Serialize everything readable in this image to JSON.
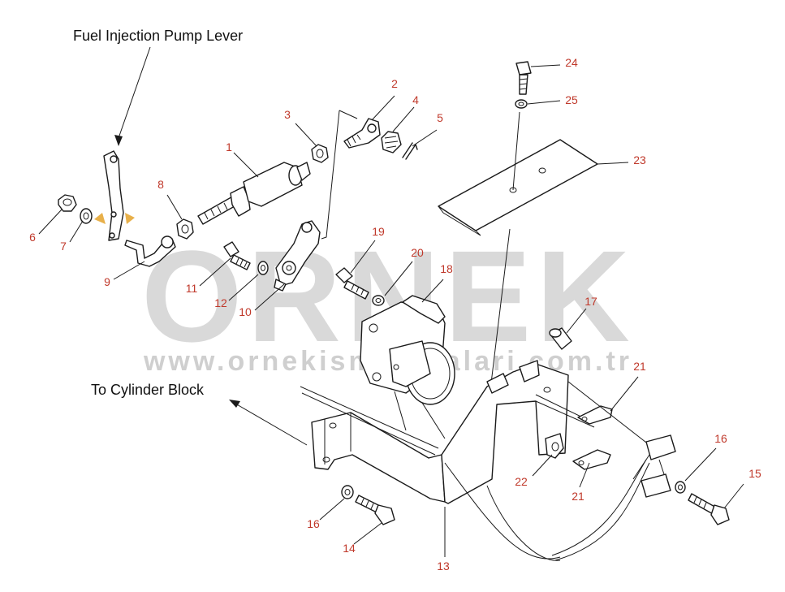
{
  "captions": {
    "fuel_lever": "Fuel Injection Pump Lever",
    "cylinder_block": "To Cylinder Block"
  },
  "watermark": {
    "big": "ORNEK",
    "url": "www.ornekismakinalari.com.tr"
  },
  "callouts": {
    "c1": "1",
    "c2": "2",
    "c3": "3",
    "c4": "4",
    "c5": "5",
    "c6": "6",
    "c7": "7",
    "c8": "8",
    "c9": "9",
    "c10": "10",
    "c11": "11",
    "c12": "12",
    "c13": "13",
    "c14": "14",
    "c15": "15",
    "c16a": "16",
    "c16b": "16",
    "c17": "17",
    "c18": "18",
    "c19": "19",
    "c20": "20",
    "c21a": "21",
    "c21b": "21",
    "c22": "22",
    "c23": "23",
    "c24": "24",
    "c25": "25"
  },
  "colors": {
    "callout": "#c0392b",
    "line": "#1a1a1a",
    "watermark": "#d9d9d9",
    "watermark_url": "#cfcfcf",
    "accent": "#e8b04a"
  }
}
